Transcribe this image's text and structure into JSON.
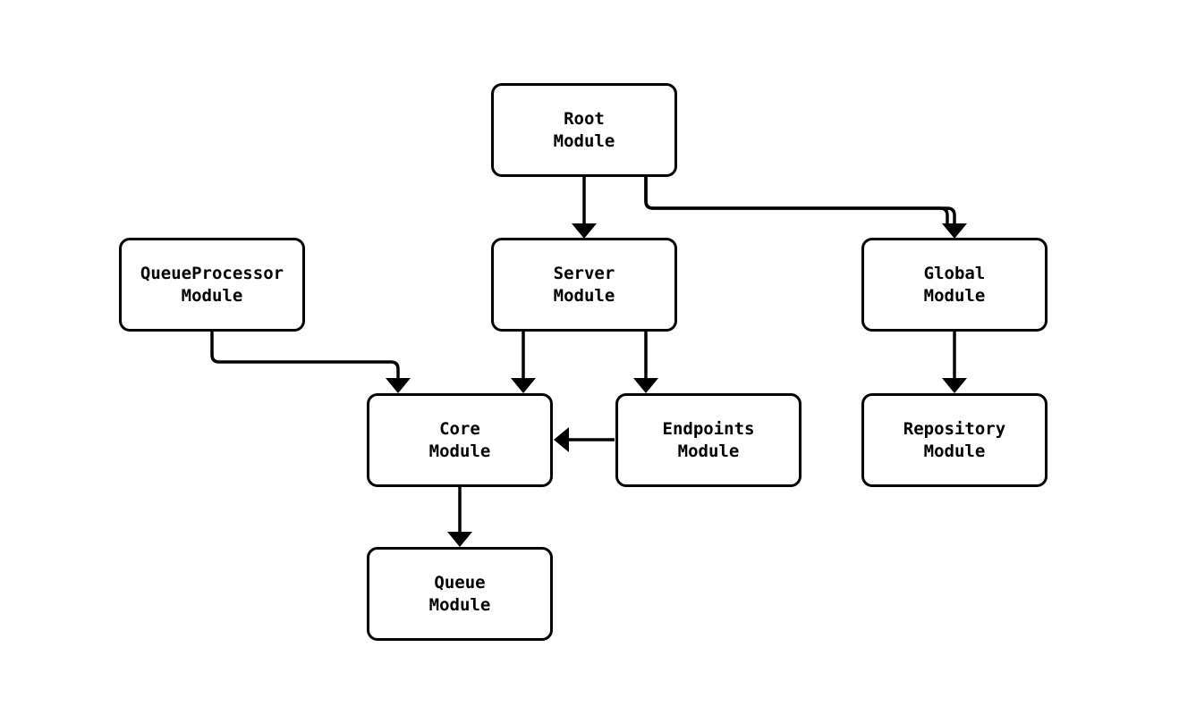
{
  "diagram": {
    "type": "module-dependency-graph",
    "background_color": "#ffffff",
    "line_color": "#000000",
    "node_fill_color": "#ffffff",
    "text_color": "#000000",
    "nodes": [
      {
        "id": "root-module",
        "lines": [
          "Root",
          "Module"
        ]
      },
      {
        "id": "queueprocessor-module",
        "lines": [
          "QueueProcessor",
          "Module"
        ]
      },
      {
        "id": "server-module",
        "lines": [
          "Server",
          "Module"
        ]
      },
      {
        "id": "global-module",
        "lines": [
          "Global",
          "Module"
        ]
      },
      {
        "id": "core-module",
        "lines": [
          "Core",
          "Module"
        ]
      },
      {
        "id": "endpoints-module",
        "lines": [
          "Endpoints",
          "Module"
        ]
      },
      {
        "id": "repository-module",
        "lines": [
          "Repository",
          "Module"
        ]
      },
      {
        "id": "queue-module",
        "lines": [
          "Queue",
          "Module"
        ]
      }
    ],
    "edges": [
      {
        "from": "Root Module",
        "to": "Server Module"
      },
      {
        "from": "Root Module",
        "to": "Global Module"
      },
      {
        "from": "QueueProcessor Module",
        "to": "Core Module"
      },
      {
        "from": "Server Module",
        "to": "Core Module"
      },
      {
        "from": "Server Module",
        "to": "Endpoints Module"
      },
      {
        "from": "Endpoints Module",
        "to": "Core Module"
      },
      {
        "from": "Global Module",
        "to": "Repository Module"
      },
      {
        "from": "Core Module",
        "to": "Queue Module"
      }
    ]
  }
}
